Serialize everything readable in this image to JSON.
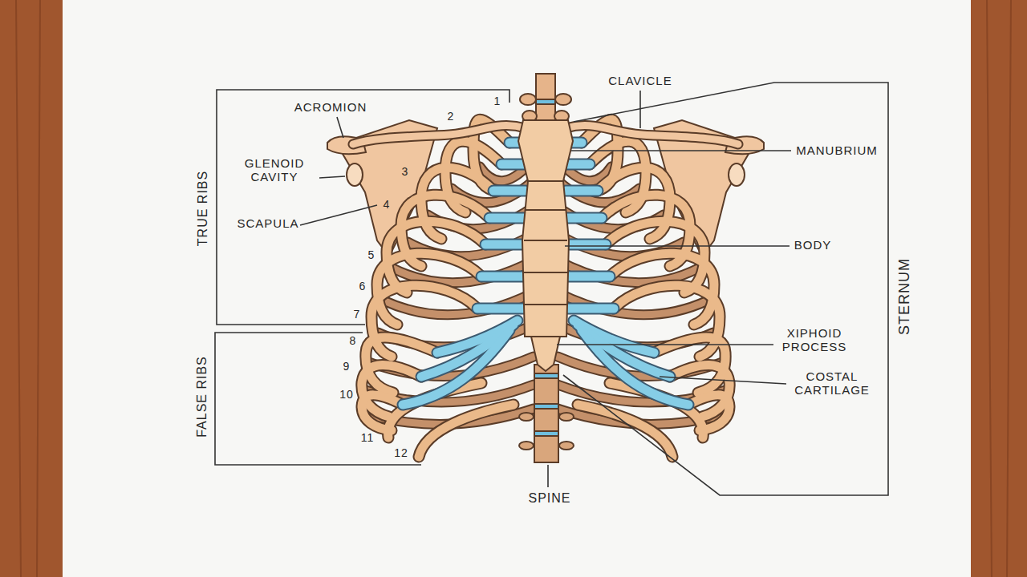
{
  "diagram": {
    "labels": [
      "1",
      "2",
      "CLAVICLE",
      "ACROMION",
      "MANUBRIUM",
      "GLENOID CAVITY",
      "3",
      "4",
      "SCAPULA",
      "TRUE RIBS",
      "5",
      "BODY",
      "6",
      "7",
      "STERNUM",
      "8",
      "XIPHOID PROCESS",
      "9",
      "COSTAL CARTILAGE",
      "10",
      "FALSE RIBS",
      "11",
      "12",
      "SPINE"
    ]
  }
}
